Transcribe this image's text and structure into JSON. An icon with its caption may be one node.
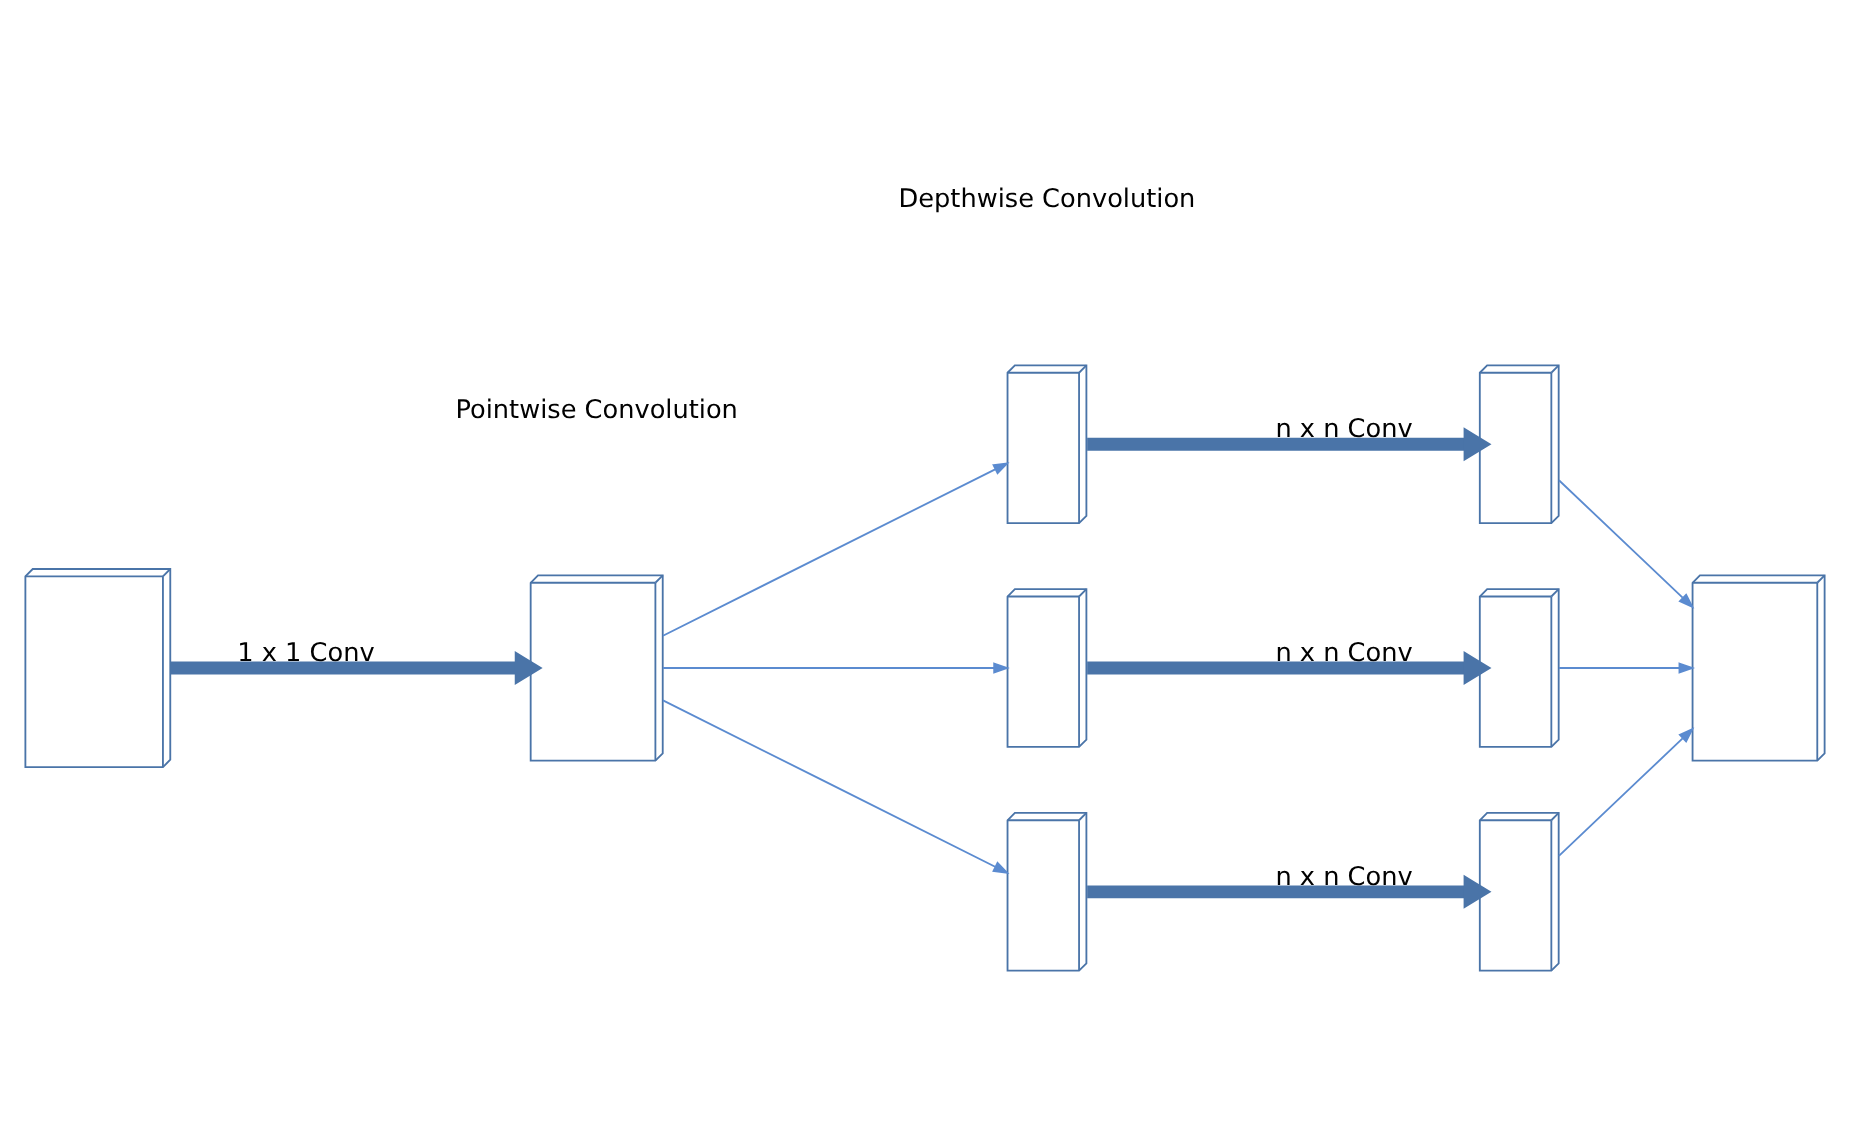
{
  "diagram": {
    "nodes": [
      {
        "text": [],
        "shape": "box"
      },
      {
        "text": [],
        "shape": "box"
      },
      {
        "text": [],
        "shape": "box"
      },
      {
        "text": [],
        "shape": "box"
      },
      {
        "text": [],
        "shape": "box"
      },
      {
        "text": [],
        "shape": "box"
      },
      {
        "text": [],
        "shape": "box"
      },
      {
        "text": [],
        "shape": "box"
      },
      {
        "text": [],
        "shape": "box"
      }
    ],
    "edges": [
      {
        "from": 0,
        "to": 1,
        "arrow": "to",
        "label": "1 x 1 Conv",
        "style": "thick",
        "color": "#4a74a8"
      },
      {
        "from": 1,
        "to": 2,
        "arrow": "to"
      },
      {
        "from": 1,
        "to": 3,
        "arrow": "to"
      },
      {
        "from": 1,
        "to": 4,
        "arrow": "to"
      },
      {
        "from": 2,
        "to": 5,
        "arrow": "to",
        "label": "n x n Conv",
        "style": "thick",
        "color": "#4a74a8"
      },
      {
        "from": 3,
        "to": 6,
        "arrow": "to",
        "label": "n x n Conv",
        "style": "thick",
        "color": "#4a74a8"
      },
      {
        "from": 4,
        "to": 7,
        "arrow": "to",
        "label": "n x n Conv",
        "style": "thick",
        "color": "#4a74a8"
      },
      {
        "from": 5,
        "to": 8,
        "arrow": "to"
      },
      {
        "from": 6,
        "to": 8,
        "arrow": "to"
      },
      {
        "from": 7,
        "to": 8,
        "arrow": "to"
      }
    ],
    "labels": [
      "Depthwise Convolution",
      "Pointwise Convolution"
    ]
  }
}
